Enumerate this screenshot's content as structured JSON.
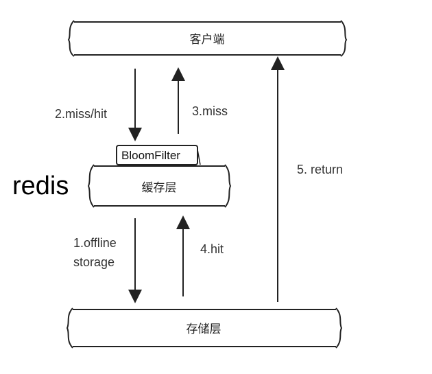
{
  "boxes": {
    "client": "客户端",
    "cache": "缓存层",
    "storage": "存储层",
    "bloom_filter": "BloomFilter"
  },
  "side_label": "redis",
  "arrows": {
    "miss_hit": "2.miss/hit",
    "miss": "3.miss",
    "return": "5. return",
    "offline_line1": "1.offline",
    "offline_line2": "storage",
    "hit": "4.hit"
  }
}
